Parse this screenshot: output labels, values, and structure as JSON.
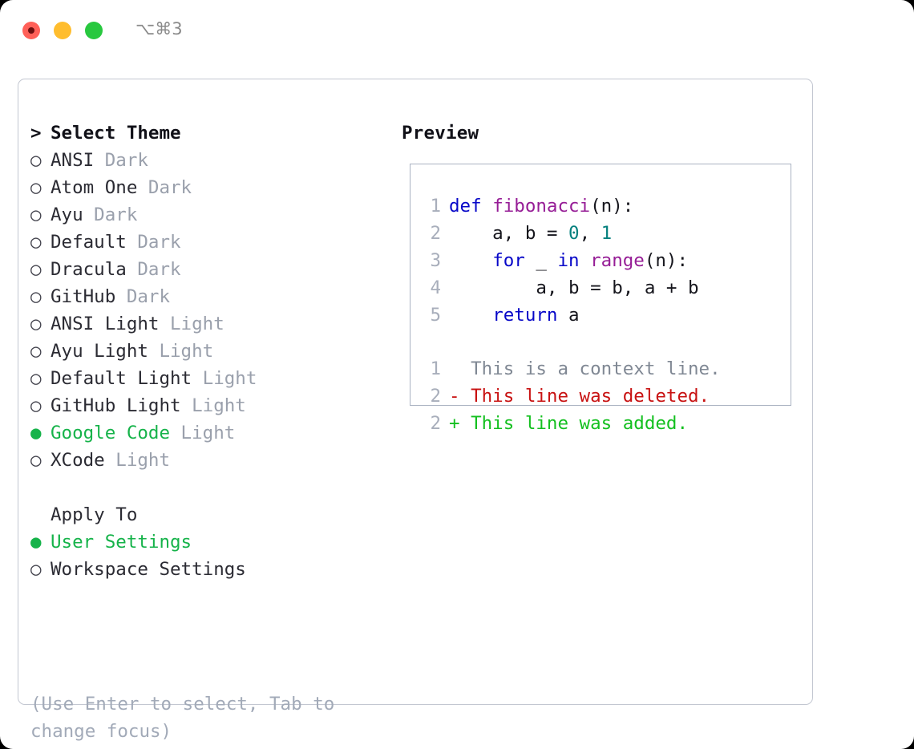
{
  "window": {
    "shortcut_label": "⌥⌘3",
    "traffic_lights": [
      {
        "name": "close",
        "color": "#ff6058"
      },
      {
        "name": "minimize",
        "color": "#ffbd2e"
      },
      {
        "name": "maximize",
        "color": "#28c83f"
      }
    ]
  },
  "theme_picker": {
    "header_marker": ">",
    "header_label": "Select Theme",
    "marker_off": "○",
    "marker_on": "●",
    "items": [
      {
        "label": "ANSI",
        "tag": "Dark",
        "selected": false
      },
      {
        "label": "Atom One",
        "tag": "Dark",
        "selected": false
      },
      {
        "label": "Ayu",
        "tag": "Dark",
        "selected": false
      },
      {
        "label": "Default",
        "tag": "Dark",
        "selected": false
      },
      {
        "label": "Dracula",
        "tag": "Dark",
        "selected": false
      },
      {
        "label": "GitHub",
        "tag": "Dark",
        "selected": false
      },
      {
        "label": "ANSI Light",
        "tag": "Light",
        "selected": false
      },
      {
        "label": "Ayu Light",
        "tag": "Light",
        "selected": false
      },
      {
        "label": "Default Light",
        "tag": "Light",
        "selected": false
      },
      {
        "label": "GitHub Light",
        "tag": "Light",
        "selected": false
      },
      {
        "label": "Google Code",
        "tag": "Light",
        "selected": true
      },
      {
        "label": "XCode",
        "tag": "Light",
        "selected": false
      }
    ]
  },
  "apply_to": {
    "header_label": "Apply To",
    "items": [
      {
        "label": "User Settings",
        "selected": true
      },
      {
        "label": "Workspace Settings",
        "selected": false
      }
    ]
  },
  "help": {
    "line1": "(Use Enter to select, Tab to",
    "line2": "change focus)"
  },
  "preview": {
    "title": "Preview",
    "code_lines": [
      {
        "num": "1",
        "tokens": [
          {
            "t": "def ",
            "c": "kw"
          },
          {
            "t": "fibonacci",
            "c": "fn"
          },
          {
            "t": "(n):",
            "c": "txt"
          }
        ]
      },
      {
        "num": "2",
        "tokens": [
          {
            "t": "    a, b = ",
            "c": "txt"
          },
          {
            "t": "0",
            "c": "num"
          },
          {
            "t": ", ",
            "c": "txt"
          },
          {
            "t": "1",
            "c": "num"
          }
        ]
      },
      {
        "num": "3",
        "tokens": [
          {
            "t": "    ",
            "c": "txt"
          },
          {
            "t": "for",
            "c": "kw"
          },
          {
            "t": " _ ",
            "c": "txt"
          },
          {
            "t": "in",
            "c": "kw"
          },
          {
            "t": " ",
            "c": "txt"
          },
          {
            "t": "range",
            "c": "fn"
          },
          {
            "t": "(n):",
            "c": "txt"
          }
        ]
      },
      {
        "num": "4",
        "tokens": [
          {
            "t": "        a, b = b, a + b",
            "c": "txt"
          }
        ]
      },
      {
        "num": "5",
        "tokens": [
          {
            "t": "    ",
            "c": "txt"
          },
          {
            "t": "return",
            "c": "kw"
          },
          {
            "t": " a",
            "c": "txt"
          }
        ]
      }
    ],
    "diff_lines": [
      {
        "num": "1",
        "sign": "  ",
        "text": "This is a context line.",
        "kind": "ctx"
      },
      {
        "num": "2",
        "sign": "- ",
        "text": "This line was deleted.",
        "kind": "del"
      },
      {
        "num": "2",
        "sign": "+ ",
        "text": "This line was added.",
        "kind": "add"
      }
    ]
  },
  "colors": {
    "selected_green": "#16b34a",
    "tag_gray": "#9aa0ac",
    "help_gray": "#a2aab8",
    "keyword_blue": "#0707c8",
    "function_purple": "#961d96",
    "number_teal": "#05807e",
    "diff_delete_red": "#c81212",
    "diff_add_green": "#14c020",
    "line_number_gray": "#a8aebb"
  }
}
